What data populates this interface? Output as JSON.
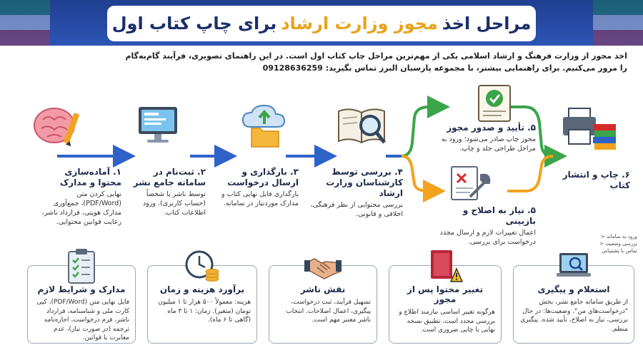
{
  "header": {
    "title_part1": "مراحل اخذ",
    "title_highlight": "مجوز وزارت ارشاد",
    "title_part2": "برای چاپ کتاب اول"
  },
  "intro": {
    "line1": "اخذ مجوز از وزارت فرهنگ و ارشاد اسلامی یکی از مهم‌ترین مراحل چاپ کتاب اول است. در این راهنمای تصویری، فرآیند گام‌به‌گام",
    "line2": "را مرور می‌کنیم. برای راهنمایی بیشتر، با مجموعه پارسیان البرز تماس بگیرید:",
    "phone": "09128636259"
  },
  "steps": [
    {
      "title": "۱. آماده‌سازی محتوا و مدارک",
      "desc": "نهایی کردن متن (PDF/Word)، جمع‌آوری مدارک هویتی، قرارداد ناشر، رعایت قوانین محتوایی.",
      "icon": "brain-pencil-icon"
    },
    {
      "title": "۲. ثبت‌نام در سامانه جامع نشر",
      "desc": "توسط ناشر یا شخصاً (حساب کاربری). ورود اطلاعات کتاب.",
      "icon": "computer-icon"
    },
    {
      "title": "۳. بارگذاری و ارسال درخواست",
      "desc": "بارگذاری فایل نهایی کتاب و مدارک موردنیاز در سامانه.",
      "icon": "cloud-upload-icon"
    },
    {
      "title": "۴. بررسی توسط کارشناسان وزارت ارشاد",
      "desc": "بررسی محتوایی از نظر فرهنگی، اخلاقی و قانونی.",
      "icon": "book-magnifier-icon"
    },
    {
      "title": "۵. تأیید و صدور مجوز",
      "desc": "مجوز چاپ صادر می‌شود؛ ورود به مراحل طراحی جلد و چاپ.",
      "icon": "certificate-icon"
    },
    {
      "title": "۵. نیاز به اصلاح و بازبینی",
      "desc": "اعمال تغییرات لازم و ارسال مجدد درخواست برای بررسی.",
      "icon": "document-wrench-icon"
    },
    {
      "title": "۶. چاپ و انتشار کتاب",
      "desc": "",
      "icon": "printer-books-icon"
    }
  ],
  "cards": [
    {
      "title": "مدارک و شرایط لازم",
      "desc": "فایل نهایی متن (PDF/Word)، کپی کارت ملی و شناسنامه، قرارداد ناشر، فرم درخواست، اجازه‌نامه ترجمه (در صورت نیاز)، عدم مغایرت با قوانین.",
      "icon": "clipboard-checklist-icon"
    },
    {
      "title": "برآورد هزینه و زمان",
      "desc": "هزینه: معمولاً ۵۰۰ هزار تا ۱ میلیون تومان (متغیر). زمان: ۱ تا ۳ ماه (گاهی تا ۶ ماه).",
      "icon": "clock-coins-icon"
    },
    {
      "title": "نقش ناشر",
      "desc": "تسهیل فرآیند، ثبت درخواست، پیگیری، اعمال اصلاحات. انتخاب ناشر معتبر مهم است.",
      "icon": "handshake-icon"
    },
    {
      "title": "تغییر محتوا پس از مجوز",
      "desc": "هرگونه تغییر اساسی نیازمند اطلاع و بررسی مجدد است. تطبیق نسخه نهایی با چاپی ضروری است.",
      "icon": "book-warning-icon"
    },
    {
      "title": "استعلام و پیگیری",
      "desc": "از طریق سامانه جامع نشر، بخش \"درخواست‌های من\". وضعیت‌ها: در حال بررسی، نیاز به اصلاح، تأیید شده. پیگیری منظم.",
      "icon": "laptop-search-icon"
    }
  ],
  "side_notes": [
    "ورود به سامانه <",
    "بررسی وضعیت <",
    "تماس با پشتیبانی"
  ],
  "colors": {
    "blue": "#2f62c9",
    "green": "#3aa54a",
    "orange": "#f2a21d",
    "navy": "#1f3f8f"
  }
}
